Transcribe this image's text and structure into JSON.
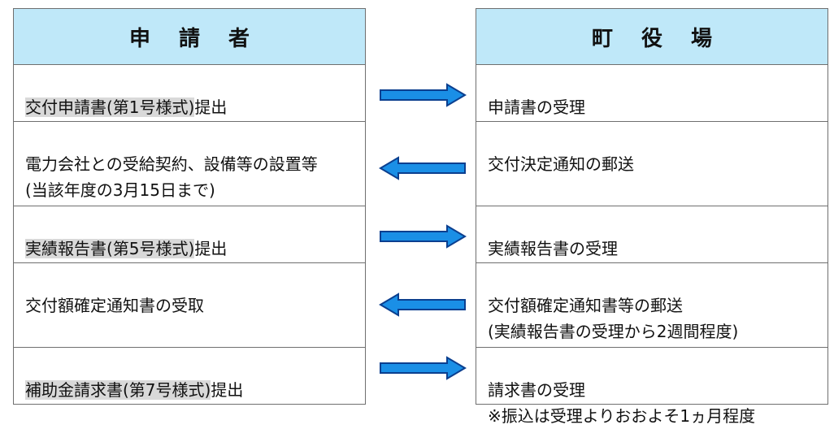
{
  "applicant": {
    "title": "申 請 者",
    "rows": [
      {
        "highlight": "交付申請書(第1号様式)",
        "rest": "提出"
      },
      {
        "highlight": "",
        "rest": "電力会社との受給契約、設備等の設置等\n(当該年度の3月15日まで)"
      },
      {
        "highlight": "実績報告書(第5号様式)",
        "rest": "提出"
      },
      {
        "highlight": "",
        "rest": "交付額確定通知書の受取"
      },
      {
        "highlight": "補助金請求書(第7号様式)",
        "rest": "提出"
      }
    ]
  },
  "town_office": {
    "title": "町 役 場",
    "rows": [
      {
        "text": "申請書の受理"
      },
      {
        "text": "交付決定通知の郵送"
      },
      {
        "text": "実績報告書の受理"
      },
      {
        "text": "交付額確定通知書等の郵送\n(実績報告書の受理から2週間程度)"
      },
      {
        "text": "請求書の受理\n※振込は受理よりおおよそ1ヵ月程度"
      }
    ]
  },
  "arrows": [
    {
      "direction": "right"
    },
    {
      "direction": "left"
    },
    {
      "direction": "right"
    },
    {
      "direction": "left"
    },
    {
      "direction": "right"
    }
  ],
  "colors": {
    "header_fill": "#bfe8f9",
    "arrow_fill": "#1a8fe6",
    "arrow_stroke": "#0b3f8f",
    "highlight_fill": "#d9d9d9"
  }
}
